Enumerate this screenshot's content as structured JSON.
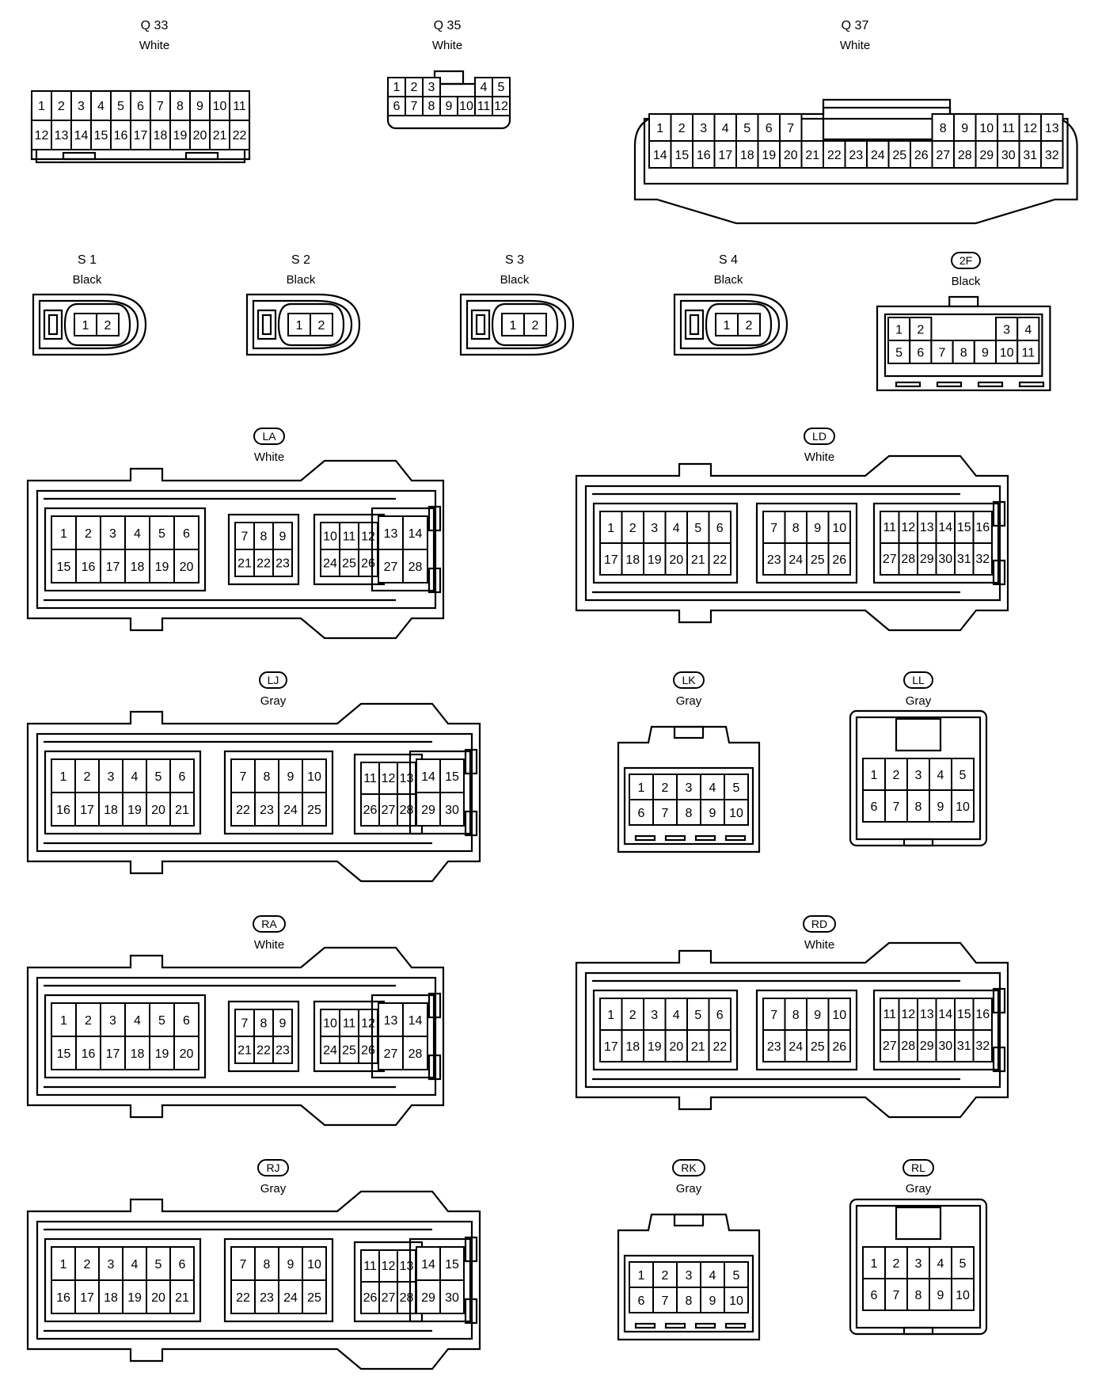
{
  "connectors": [
    {
      "id": "q33",
      "code": "Q 33",
      "oval": false,
      "color": "White",
      "grid": {
        "rows": [
          [
            1,
            2,
            3,
            4,
            5,
            6,
            7,
            8,
            9,
            10,
            11
          ],
          [
            12,
            13,
            14,
            15,
            16,
            17,
            18,
            19,
            20,
            21,
            22
          ]
        ]
      }
    },
    {
      "id": "q35",
      "code": "Q 35",
      "oval": false,
      "color": "White",
      "grid": {
        "rows": [
          [
            1,
            2,
            3,
            null,
            null,
            4,
            5
          ],
          [
            6,
            7,
            8,
            9,
            10,
            11,
            12
          ]
        ]
      }
    },
    {
      "id": "q37",
      "code": "Q 37",
      "oval": false,
      "color": "White",
      "grid": {
        "rows": [
          [
            1,
            2,
            3,
            4,
            5,
            6,
            7,
            null,
            null,
            null,
            null,
            null,
            null,
            8,
            9,
            10,
            11,
            12,
            13
          ],
          [
            14,
            15,
            16,
            17,
            18,
            19,
            20,
            21,
            22,
            23,
            24,
            25,
            26,
            27,
            28,
            29,
            30,
            31,
            32
          ]
        ]
      }
    },
    {
      "id": "s1",
      "code": "S 1",
      "oval": false,
      "color": "Black",
      "grid": {
        "rows": [
          [
            1,
            2
          ]
        ]
      }
    },
    {
      "id": "s2",
      "code": "S 2",
      "oval": false,
      "color": "Black",
      "grid": {
        "rows": [
          [
            1,
            2
          ]
        ]
      }
    },
    {
      "id": "s3",
      "code": "S 3",
      "oval": false,
      "color": "Black",
      "grid": {
        "rows": [
          [
            1,
            2
          ]
        ]
      }
    },
    {
      "id": "s4",
      "code": "S 4",
      "oval": false,
      "color": "Black",
      "grid": {
        "rows": [
          [
            1,
            2
          ]
        ]
      }
    },
    {
      "id": "2f",
      "code": "2F",
      "oval": true,
      "color": "Black",
      "grid": {
        "rows": [
          [
            1,
            2,
            null,
            null,
            null,
            3,
            4
          ],
          [
            5,
            6,
            7,
            8,
            9,
            10,
            11
          ]
        ]
      }
    },
    {
      "id": "la",
      "code": "LA",
      "oval": true,
      "color": "White",
      "groups": [
        {
          "rows": [
            [
              1,
              2,
              3,
              4,
              5,
              6
            ],
            [
              15,
              16,
              17,
              18,
              19,
              20
            ]
          ]
        },
        {
          "rows": [
            [
              7,
              8,
              9
            ],
            [
              21,
              22,
              23
            ]
          ]
        },
        {
          "rows": [
            [
              10,
              11,
              12
            ],
            [
              24,
              25,
              26
            ]
          ]
        },
        {
          "rows": [
            [
              13,
              14
            ],
            [
              27,
              28
            ]
          ]
        }
      ]
    },
    {
      "id": "ld",
      "code": "LD",
      "oval": true,
      "color": "White",
      "groups": [
        {
          "rows": [
            [
              1,
              2,
              3,
              4,
              5,
              6
            ],
            [
              17,
              18,
              19,
              20,
              21,
              22
            ]
          ]
        },
        {
          "rows": [
            [
              7,
              8,
              9,
              10
            ],
            [
              23,
              24,
              25,
              26
            ]
          ]
        },
        {
          "rows": [
            [
              11,
              12,
              13,
              14,
              15,
              16
            ],
            [
              27,
              28,
              29,
              30,
              31,
              32
            ]
          ]
        }
      ]
    },
    {
      "id": "lj",
      "code": "LJ",
      "oval": true,
      "color": "Gray",
      "groups": [
        {
          "rows": [
            [
              1,
              2,
              3,
              4,
              5,
              6
            ],
            [
              16,
              17,
              18,
              19,
              20,
              21
            ]
          ]
        },
        {
          "rows": [
            [
              7,
              8,
              9,
              10
            ],
            [
              22,
              23,
              24,
              25
            ]
          ]
        },
        {
          "rows": [
            [
              11,
              12,
              13
            ],
            [
              26,
              27,
              28
            ]
          ]
        },
        {
          "rows": [
            [
              14,
              15
            ],
            [
              29,
              30
            ]
          ]
        }
      ]
    },
    {
      "id": "lk",
      "code": "LK",
      "oval": true,
      "color": "Gray",
      "grid": {
        "rows": [
          [
            1,
            2,
            3,
            4,
            5
          ],
          [
            6,
            7,
            8,
            9,
            10
          ]
        ]
      }
    },
    {
      "id": "ll",
      "code": "LL",
      "oval": true,
      "color": "Gray",
      "grid": {
        "rows": [
          [
            1,
            2,
            3,
            4,
            5
          ],
          [
            6,
            7,
            8,
            9,
            10
          ]
        ]
      }
    },
    {
      "id": "ra",
      "code": "RA",
      "oval": true,
      "color": "White",
      "groups": [
        {
          "rows": [
            [
              1,
              2,
              3,
              4,
              5,
              6
            ],
            [
              15,
              16,
              17,
              18,
              19,
              20
            ]
          ]
        },
        {
          "rows": [
            [
              7,
              8,
              9
            ],
            [
              21,
              22,
              23
            ]
          ]
        },
        {
          "rows": [
            [
              10,
              11,
              12
            ],
            [
              24,
              25,
              26
            ]
          ]
        },
        {
          "rows": [
            [
              13,
              14
            ],
            [
              27,
              28
            ]
          ]
        }
      ]
    },
    {
      "id": "rd",
      "code": "RD",
      "oval": true,
      "color": "White",
      "groups": [
        {
          "rows": [
            [
              1,
              2,
              3,
              4,
              5,
              6
            ],
            [
              17,
              18,
              19,
              20,
              21,
              22
            ]
          ]
        },
        {
          "rows": [
            [
              7,
              8,
              9,
              10
            ],
            [
              23,
              24,
              25,
              26
            ]
          ]
        },
        {
          "rows": [
            [
              11,
              12,
              13,
              14,
              15,
              16
            ],
            [
              27,
              28,
              29,
              30,
              31,
              32
            ]
          ]
        }
      ]
    },
    {
      "id": "rj",
      "code": "RJ",
      "oval": true,
      "color": "Gray",
      "groups": [
        {
          "rows": [
            [
              1,
              2,
              3,
              4,
              5,
              6
            ],
            [
              16,
              17,
              18,
              19,
              20,
              21
            ]
          ]
        },
        {
          "rows": [
            [
              7,
              8,
              9,
              10
            ],
            [
              22,
              23,
              24,
              25
            ]
          ]
        },
        {
          "rows": [
            [
              11,
              12,
              13
            ],
            [
              26,
              27,
              28
            ]
          ]
        },
        {
          "rows": [
            [
              14,
              15
            ],
            [
              29,
              30
            ]
          ]
        }
      ]
    },
    {
      "id": "rk",
      "code": "RK",
      "oval": true,
      "color": "Gray",
      "grid": {
        "rows": [
          [
            1,
            2,
            3,
            4,
            5
          ],
          [
            6,
            7,
            8,
            9,
            10
          ]
        ]
      }
    },
    {
      "id": "rl",
      "code": "RL",
      "oval": true,
      "color": "Gray",
      "grid": {
        "rows": [
          [
            1,
            2,
            3,
            4,
            5
          ],
          [
            6,
            7,
            8,
            9,
            10
          ]
        ]
      }
    }
  ]
}
